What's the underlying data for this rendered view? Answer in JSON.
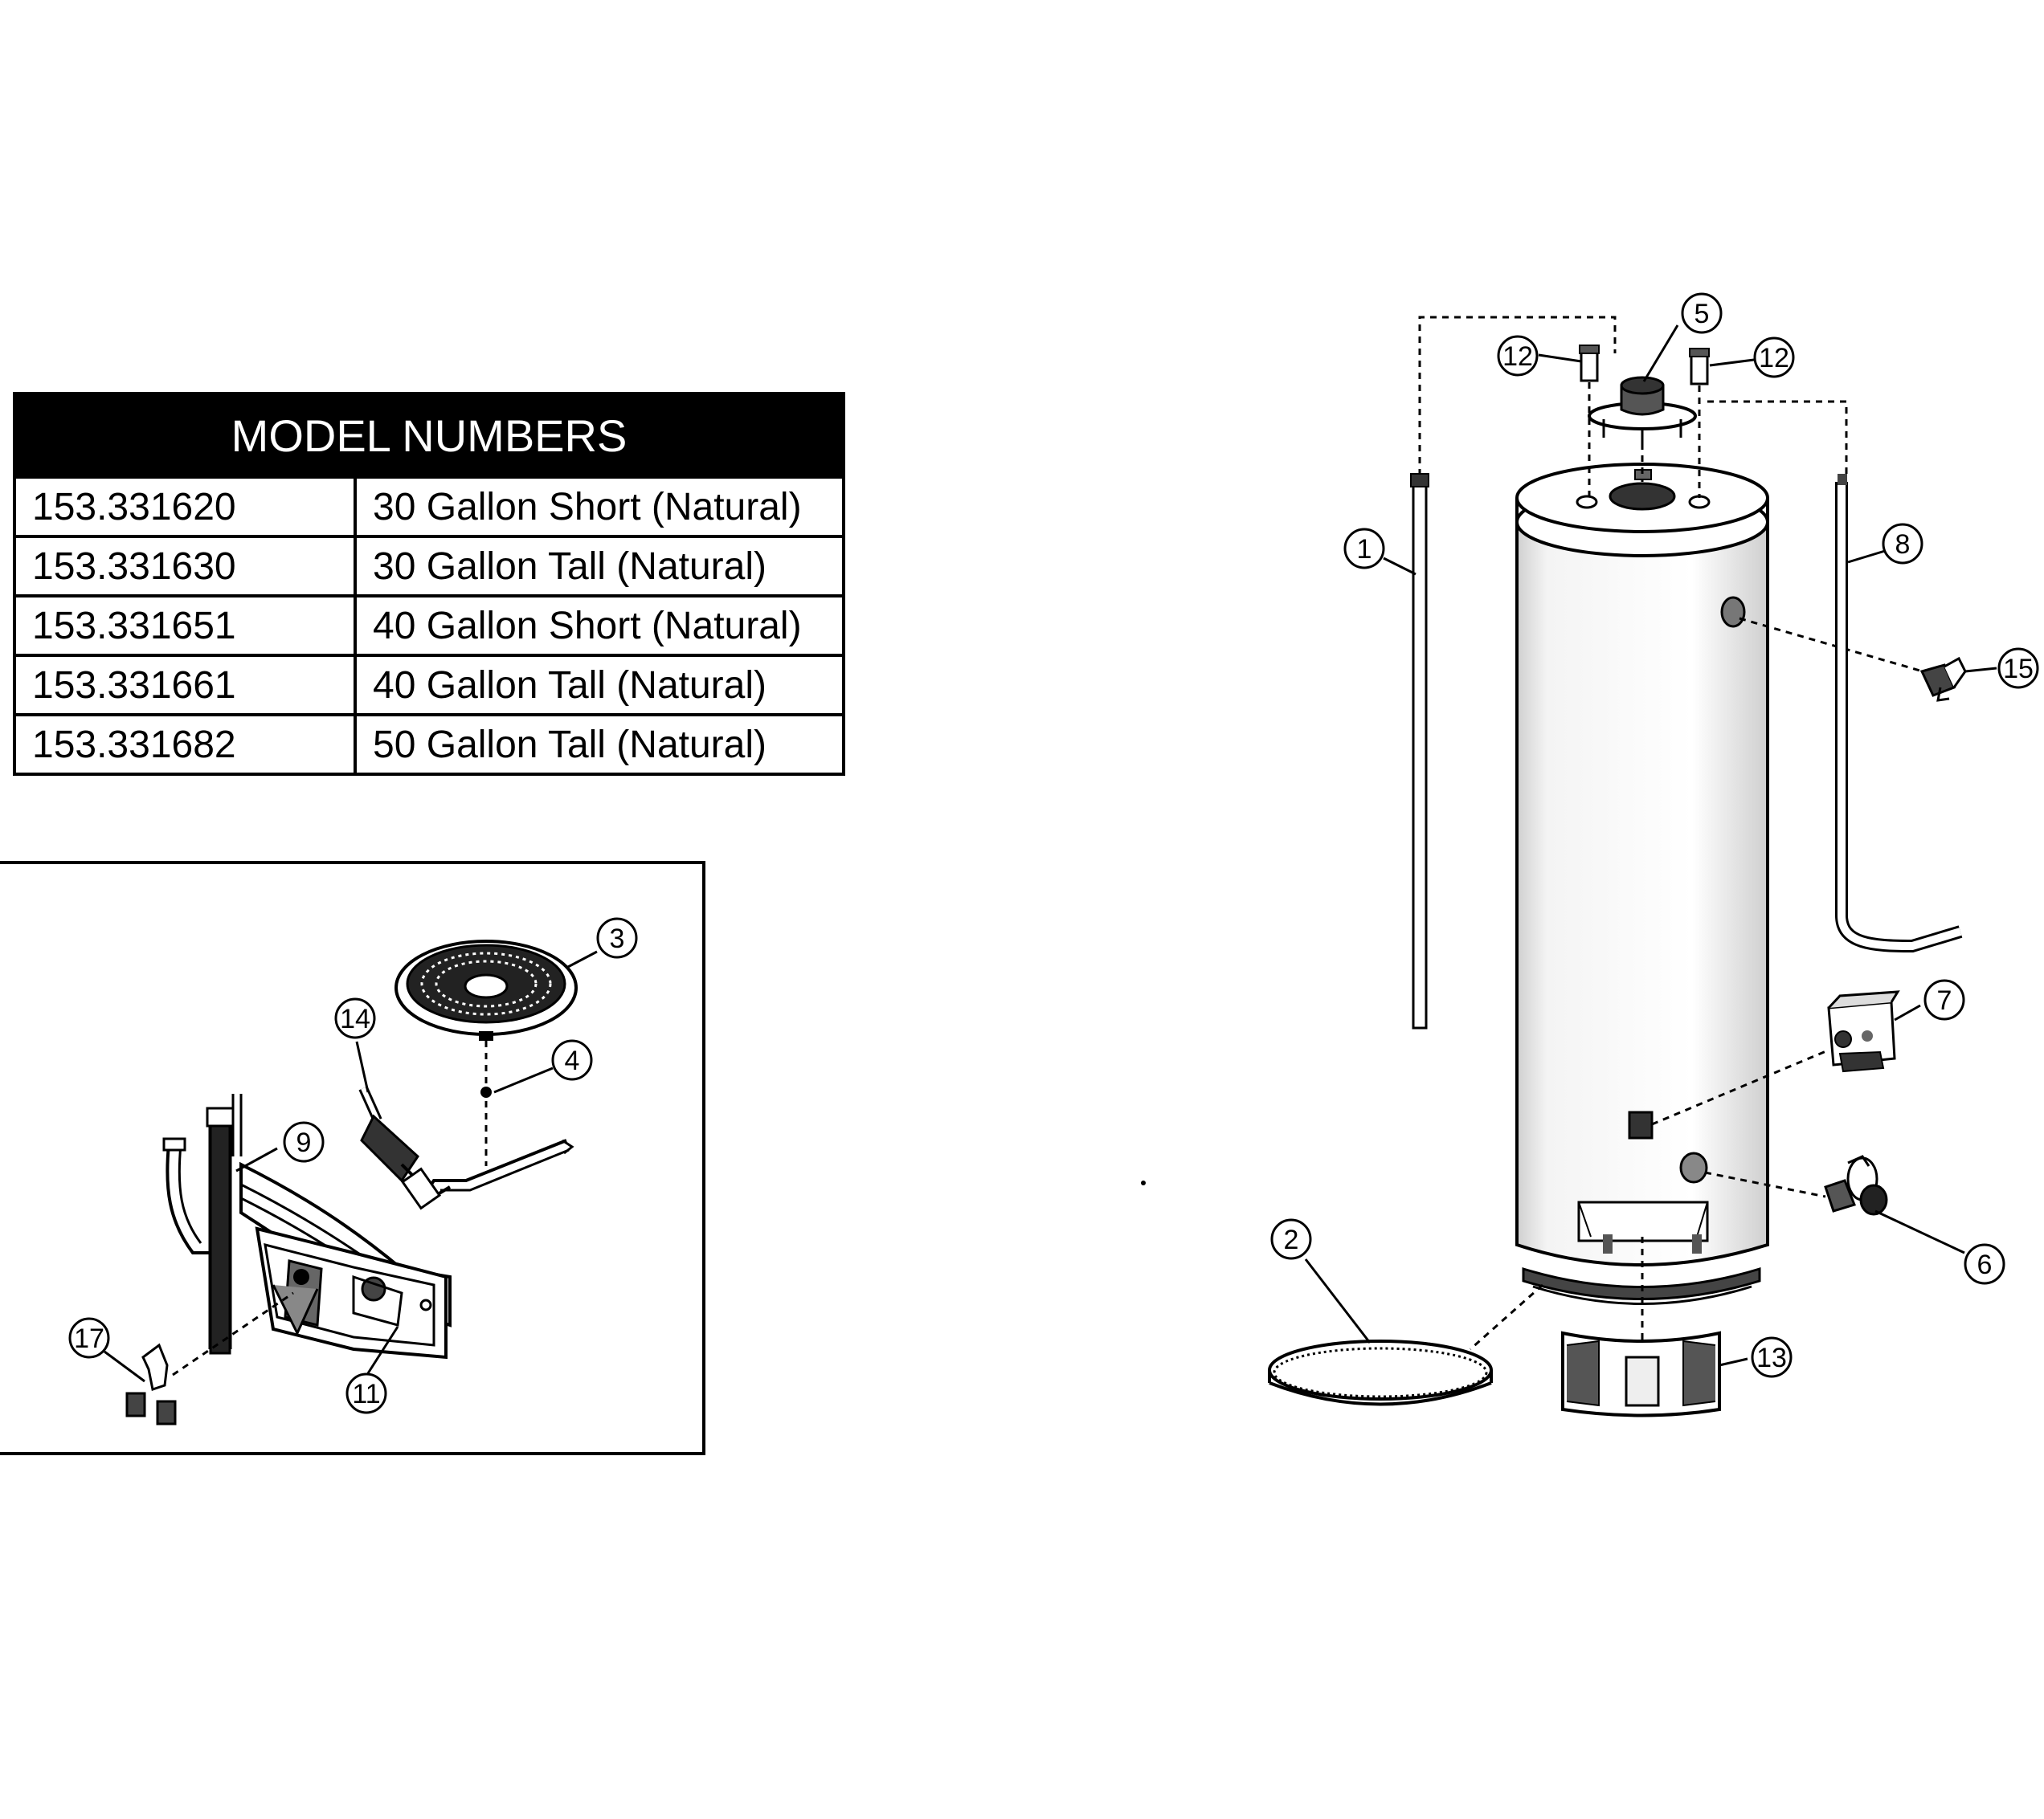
{
  "model_table": {
    "title": "MODEL NUMBERS",
    "rows": [
      {
        "number": "153.331620",
        "description": "30 Gallon Short (Natural)"
      },
      {
        "number": "153.331630",
        "description": "30 Gallon Tall (Natural)"
      },
      {
        "number": "153.331651",
        "description": "40 Gallon Short (Natural)"
      },
      {
        "number": "153.331661",
        "description": "40 Gallon Tall (Natural)"
      },
      {
        "number": "153.331682",
        "description": "50 Gallon Tall (Natural)"
      }
    ]
  },
  "callouts": {
    "c1": "1",
    "c2": "2",
    "c3": "3",
    "c4": "4",
    "c5": "5",
    "c6": "6",
    "c7": "7",
    "c8": "8",
    "c9": "9",
    "c11": "11",
    "c12a": "12",
    "c12b": "12",
    "c13": "13",
    "c14": "14",
    "c15": "15",
    "c17": "17"
  }
}
